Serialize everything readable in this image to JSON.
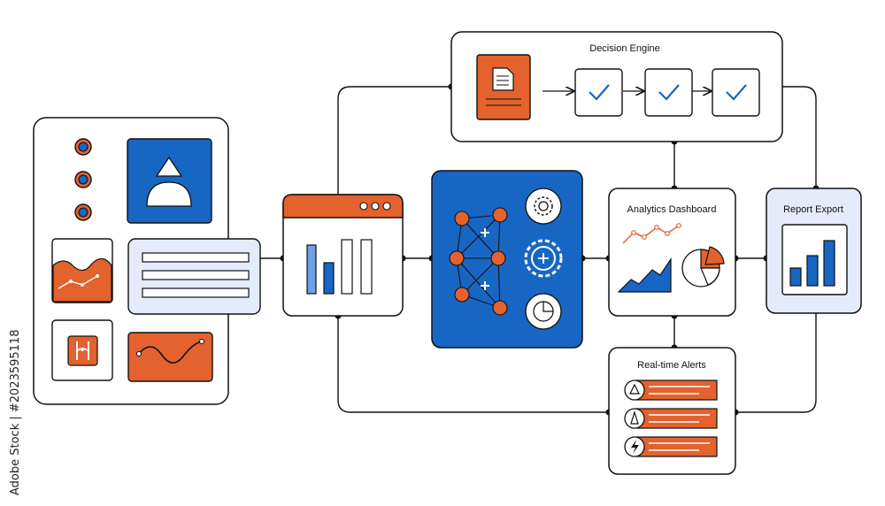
{
  "diagram": {
    "decision_engine": {
      "title": "Decision Engine"
    },
    "analytics": {
      "title": "Analytics Dashboard"
    },
    "report": {
      "title": "Report Export"
    },
    "alerts": {
      "title": "Real-time Alerts"
    }
  },
  "watermark": {
    "side_text": "Adobe Stock | #2023595118"
  },
  "icons": {
    "document": "document-icon",
    "check": "check-icon",
    "gear": "gear-icon",
    "pie": "pie-chart-icon",
    "warning": "warning-icon",
    "bolt": "lightning-icon",
    "network": "neural-network-icon"
  },
  "colors": {
    "orange": "#E3622E",
    "blue": "#1766C4",
    "light_blue": "#E4EBFA",
    "line": "#111111"
  }
}
